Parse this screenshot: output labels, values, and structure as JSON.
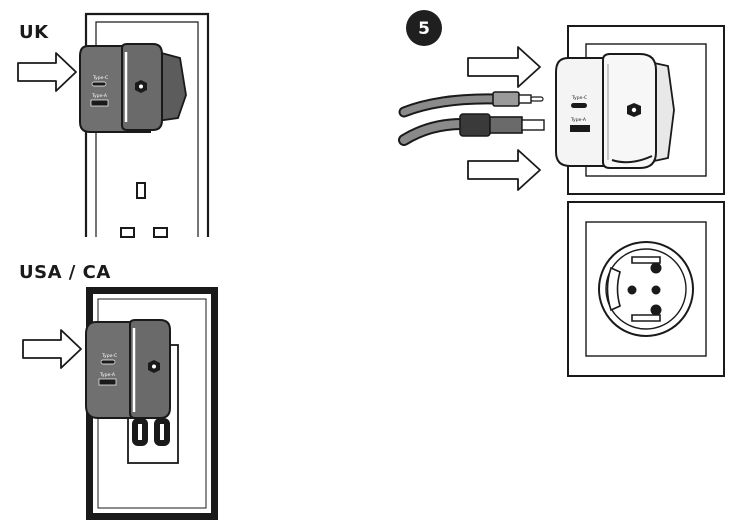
{
  "panels": {
    "uk": {
      "label": "UK",
      "port_c": "Type-C",
      "port_a": "Type-A"
    },
    "usa": {
      "label": "USA / CA",
      "port_c": "Type-C",
      "port_a": "Type-A"
    },
    "eu": {
      "step_number": "5",
      "port_c": "Type-C",
      "port_a": "Type-A"
    }
  },
  "colors": {
    "outline": "#1a1a1a",
    "charger_dark": "#6e6e6e",
    "charger_light": "#f4f4f4",
    "step_badge": "#1f1f1f"
  }
}
